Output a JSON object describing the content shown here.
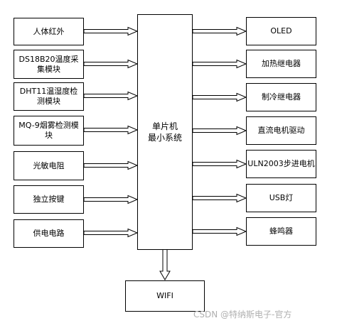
{
  "inputs": [
    "人体红外",
    "DS18B20温度采\n集模块",
    "DHT11温湿度检\n测模块",
    "MQ-9烟雾检测模\n块",
    "光敏电阻",
    "独立按键",
    "供电电路"
  ],
  "mcu": "单片机\n最小系统",
  "outputs": [
    "OLED",
    "加热继电器",
    "制冷继电器",
    "直流电机驱动",
    "ULN2003步进电机",
    "USB灯",
    "蜂鸣器"
  ],
  "bottom": "WIFI",
  "watermark": "CSDN @特纳斯电子-官方"
}
